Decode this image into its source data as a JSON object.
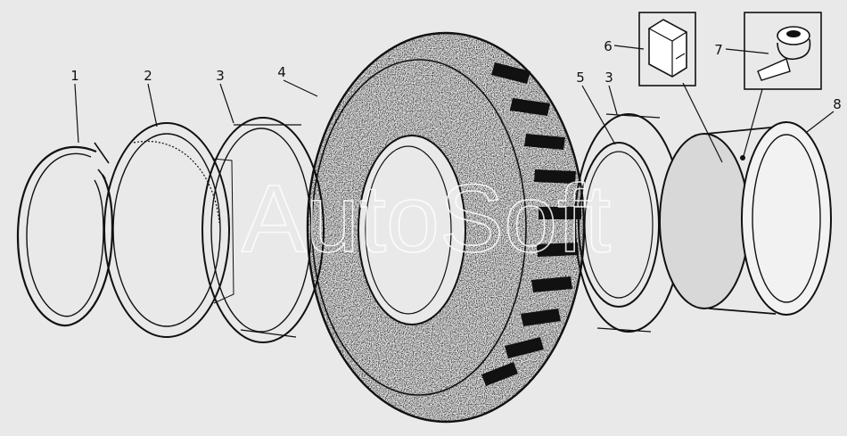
{
  "diagram": {
    "callouts": [
      "1",
      "2",
      "3",
      "4",
      "5",
      "3",
      "6",
      "7",
      "8"
    ],
    "watermark": "AutoSoft"
  },
  "colors": {
    "background": "#e9e9e9",
    "ink": "#111111"
  }
}
